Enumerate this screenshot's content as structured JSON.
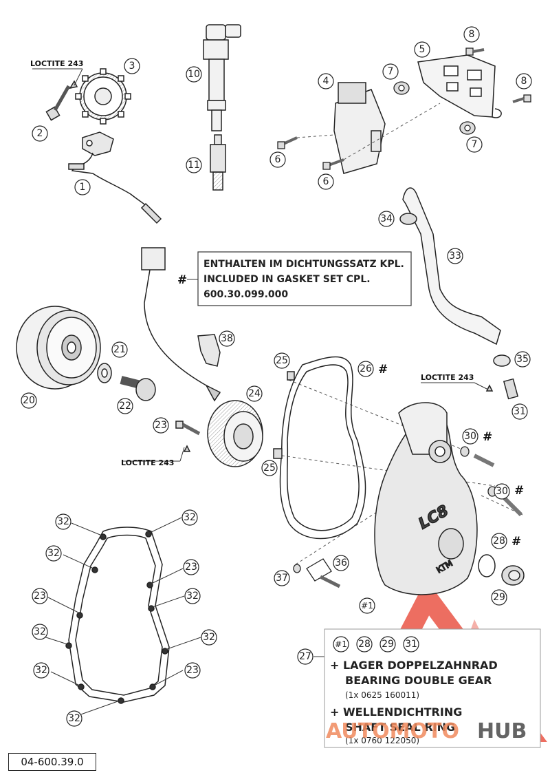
{
  "diagram": {
    "reference_number": "04-600.39.0",
    "cover_logo": "LC8",
    "cover_logo_small": "KTM",
    "gasket_note": {
      "marker": "#",
      "line1": "ENTHALTEN IM DICHTUNGSSATZ KPL.",
      "line2": "INCLUDED IN GASKET SET CPL.",
      "line3": "600.30.099.000"
    },
    "loctite_labels": [
      "LOCTITE 243",
      "LOCTITE 243",
      "LOCTITE 243"
    ],
    "callouts": {
      "c1": "1",
      "c2": "2",
      "c3": "3",
      "c4": "4",
      "c5": "5",
      "c6a": "6",
      "c6b": "6",
      "c7a": "7",
      "c7b": "7",
      "c8a": "8",
      "c8b": "8",
      "c10": "10",
      "c11": "11",
      "c20": "20",
      "c21": "21",
      "c22": "22",
      "c23": "23",
      "c24": "24",
      "c25a": "25",
      "c25b": "25",
      "c26": "26",
      "c27": "27",
      "c28": "28",
      "c29": "29",
      "c30a": "30",
      "c30b": "30",
      "c31": "31",
      "c33": "33",
      "c34": "34",
      "c35": "35",
      "c36": "36",
      "c37": "37",
      "c38": "38",
      "c1hash": "#1",
      "g32a": "32",
      "g32b": "32",
      "g32c": "32",
      "g32d": "32",
      "g32e": "32",
      "g32f": "32",
      "g32g": "32",
      "g23a": "23",
      "g23b": "23",
      "g23c": "23"
    },
    "hash_marks": [
      "#",
      "#",
      "#",
      "#"
    ],
    "repair_kit": {
      "items": [
        "#1",
        "28",
        "29",
        "31"
      ],
      "line1": "+  LAGER DOPPELZAHNRAD",
      "line2": "BEARING  DOUBLE GEAR",
      "line3": "(1x  0625 160011)",
      "line4": "+  WELLENDICHTRING",
      "line5": "SHAFT SEAL RING",
      "line6": "(1x  0760 122050)"
    },
    "watermark": {
      "part1": "AUTOMOTO",
      "part2": "HUB",
      "color1": "#f08a5d",
      "color2": "#4a4a4a",
      "triangle_color": "#e84a3a"
    }
  }
}
